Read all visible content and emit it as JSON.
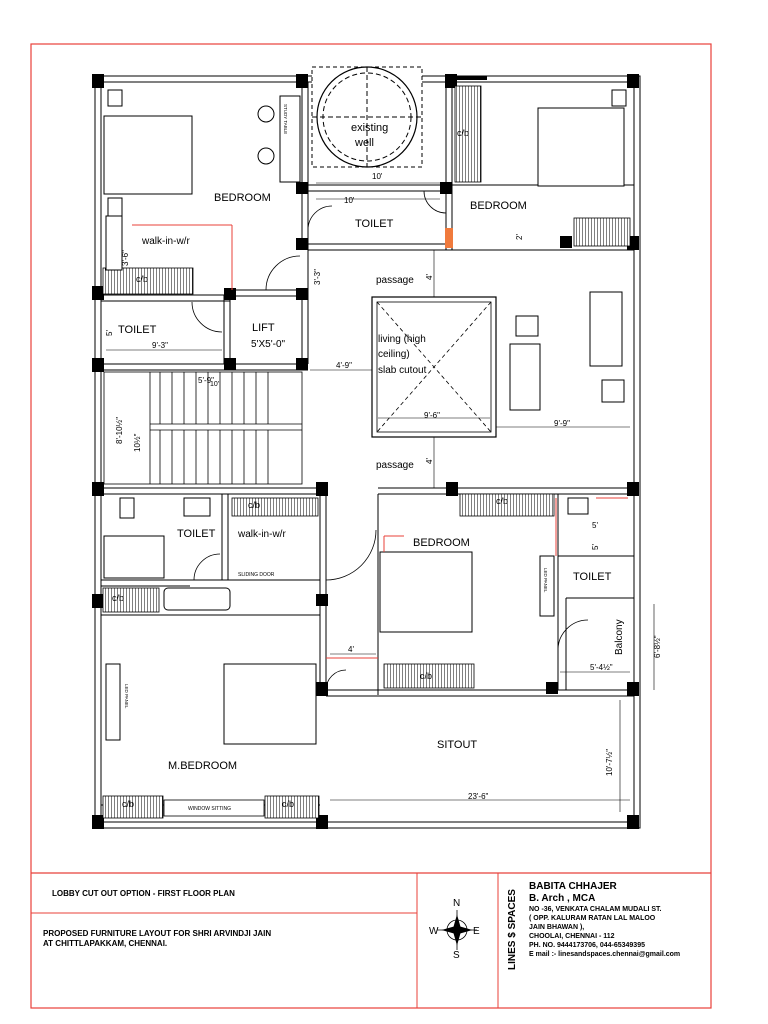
{
  "plan": {
    "rooms": {
      "bedroom_nw": "BEDROOM",
      "existing_well": [
        "existing",
        "well"
      ],
      "bedroom_ne": "BEDROOM",
      "toilet_n": "TOILET",
      "walkin_nw": "walk-in-w/r",
      "toilet_w": "TOILET",
      "lift": "LIFT",
      "lift_size": "5'X5'-0\"",
      "passage_n": "passage",
      "living": [
        "living (high",
        "ceiling)",
        "slab cutout"
      ],
      "passage_s": "passage",
      "toilet_sw": "TOILET",
      "walkin_sw": "walk-in-w/r",
      "sliding_door": "SLIDING DOOR",
      "bedroom_s": "BEDROOM",
      "toilet_se": "TOILET",
      "balcony": "Balcony",
      "sitout": "SITOUT",
      "mbedroom": "M.BEDROOM",
      "window_sitting": "WINDOW SITTING",
      "led_panel": "LED PANEL",
      "study_table": "STUDY TABLE"
    },
    "cb": "c/b",
    "dims": {
      "well_10a": "10'",
      "well_10b": "10'",
      "d_3_6": "3'-6\"",
      "d_3_3": "3'-3\"",
      "d_5": "5'",
      "d_9_3": "9'-3\"",
      "d_5_9": "5'-9\"",
      "d_4_9": "4'-9\"",
      "d_8_10": "8'-10½\"",
      "d_10": "10'",
      "d_10_half": "10½\"",
      "d_9_6": "9'-6\"",
      "d_9_9": "9'-9\"",
      "d_4a": "4'",
      "d_4b": "4'",
      "d_4c": "4'",
      "d_2": "2'",
      "d_5b": "5'",
      "d_5c": "5'",
      "d_5_4": "5'-4½\"",
      "d_6_8": "6'-8½\"",
      "d_10_7": "10'-7½\"",
      "d_23_6": "23'-6\""
    }
  },
  "title_block": {
    "plan_title": "LOBBY CUT OUT OPTION  -  FIRST  FLOOR PLAN",
    "project_line1": "PROPOSED FURNITURE LAYOUT FOR SHRI ARVINDJI JAIN",
    "project_line2": " AT CHITTLAPAKKAM, CHENNAI.",
    "compass": {
      "n": "N",
      "e": "E",
      "s": "S",
      "w": "W"
    },
    "firm": "LINES $ SPACES",
    "architect": "BABITA  CHHAJER",
    "degree": "B. Arch , MCA",
    "address": [
      "NO -36, VENKATA CHALAM MUDALI  ST.",
      " ( OPP.  KALURAM  RATAN LAL MALOO",
      "  JAIN BHAWAN ),",
      "CHOOLAI, CHENNAI - 112",
      " PH. NO.  9444173706, 044-65349395",
      "E mail :- linesandspaces.chennai@gmail.com"
    ]
  },
  "colors": {
    "frame": "#e8403a",
    "wall": "#000000",
    "accent": "#e8403a",
    "orange": "#f07a3c"
  }
}
